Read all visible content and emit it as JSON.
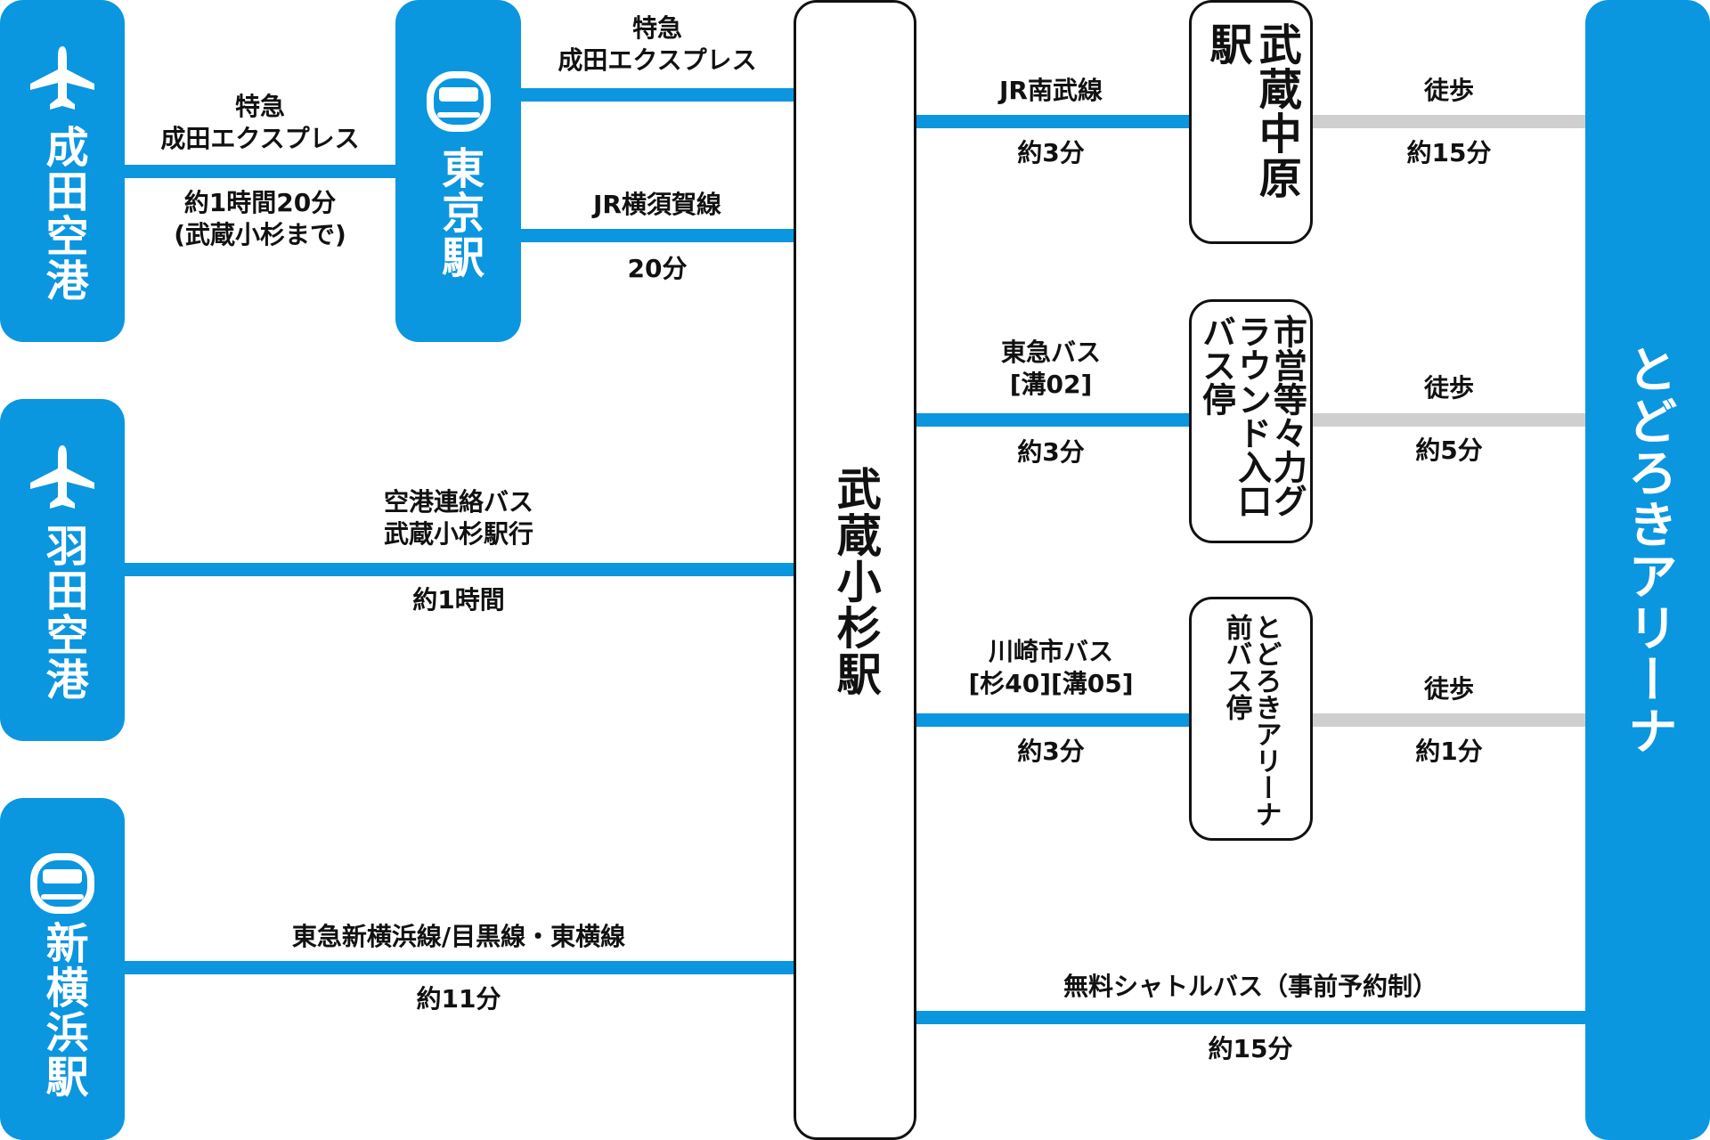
{
  "nodes": {
    "narita": "成田空港",
    "tokyo": "東京駅",
    "haneda": "羽田空港",
    "shinyokohama": "新横浜駅",
    "musashikosugi": "武蔵小杉駅",
    "musashinakahara": "武蔵中原駅",
    "ground_stop": "市営等々力グラウンド入口バス停",
    "arena_stop": "とどろきアリーナ前バス停",
    "arena": "とどろきアリーナ"
  },
  "routes": {
    "narita_tokyo": {
      "line1": "特急",
      "line2": "成田エクスプレス",
      "time1": "約1時間20分",
      "time2": "(武蔵小杉まで)"
    },
    "tokyo_kosugi_nex": {
      "line1": "特急",
      "line2": "成田エクスプレス"
    },
    "tokyo_kosugi_yokosuka": {
      "line": "JR横須賀線",
      "time": "20分"
    },
    "haneda_kosugi": {
      "line1": "空港連絡バス",
      "line2": "武蔵小杉駅行",
      "time": "約1時間"
    },
    "shinyokohama_kosugi": {
      "line": "東急新横浜線/目黒線・東横線",
      "time": "約11分"
    },
    "kosugi_nakahara": {
      "line": "JR南武線",
      "time": "約3分"
    },
    "nakahara_arena": {
      "line": "徒歩",
      "time": "約15分"
    },
    "kosugi_ground": {
      "line1": "東急バス",
      "line2": "[溝02]",
      "time": "約3分"
    },
    "ground_arena": {
      "line": "徒歩",
      "time": "約5分"
    },
    "kosugi_arenastop": {
      "line1": "川崎市バス",
      "line2": "[杉40][溝05]",
      "time": "約3分"
    },
    "arenastop_arena": {
      "line": "徒歩",
      "time": "約1分"
    },
    "shuttle": {
      "line": "無料シャトルバス（事前予約制）",
      "time": "約15分"
    }
  },
  "icons": {
    "narita": "airplane-icon",
    "tokyo": "train-icon",
    "haneda": "airplane-icon",
    "shinyokohama": "train-icon"
  },
  "colors": {
    "accent": "#0b96e0",
    "walk": "#cfcfcf",
    "outline": "#111111"
  }
}
